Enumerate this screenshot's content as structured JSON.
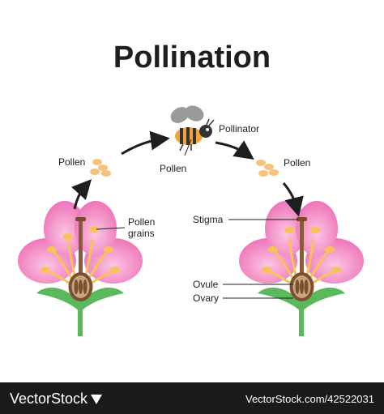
{
  "title": "Pollination",
  "labels": {
    "pollen_left": "Pollen",
    "pollen_bee": "Pollen",
    "pollinator": "Pollinator",
    "pollen_right": "Pollen",
    "pollen_grains": "Pollen\ngrains",
    "stigma": "Stigma",
    "ovule": "Ovule",
    "ovary": "Ovary"
  },
  "footer": {
    "brand": "VectorStock",
    "url": "VectorStock.com/42522031"
  },
  "colors": {
    "petal": "#f07fc0",
    "petal_light": "#f9b7dd",
    "stamen": "#f7c25a",
    "style": "#8a5a3c",
    "ovary": "#c9a77a",
    "leaf": "#5cb85c",
    "pollen": "#f6c27c",
    "arrow": "#1e1e1e",
    "footer_bg": "#1a1a1a"
  }
}
